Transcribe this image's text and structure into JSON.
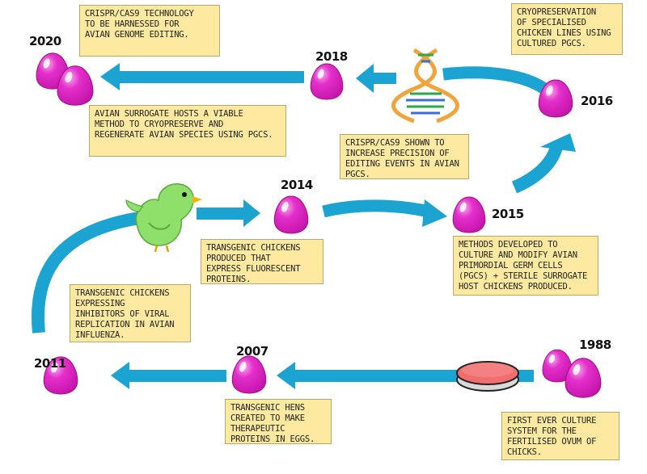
{
  "years": {
    "y1988": "1988",
    "y2007": "2007",
    "y2011": "2011",
    "y2014": "2014",
    "y2015": "2015",
    "y2016": "2016",
    "y2018": "2018",
    "y2020": "2020"
  },
  "notes": {
    "n1988": "FIRST EVER CULTURE\nSYSTEM FOR THE\nFERTILISED OVUM OF\nCHICKS.",
    "n2007": "TRANSGENIC HENS\nCREATED TO MAKE\nTHERAPEUTIC\nPROTEINS IN EGGS.",
    "n2011": "TRANSGENIC CHICKENS\nEXPRESSING\nINHIBITORS OF VIRAL\nREPLICATION IN AVIAN\nINFLUENZA.",
    "n2014": "TRANSGENIC CHICKENS\nPRODUCED THAT\nEXPRESS FLUORESCENT\nPROTEINS.",
    "n2015": "METHODS DEVELOPED TO\nCULTURE AND MODIFY AVIAN\nPRIMORDIAL GERM CELLS\n(PGCS) + STERILE SURROGATE\nHOST CHICKENS PRODUCED.",
    "n2016": "CRYOPRESERVATION\nOF SPECIALISED\nCHICKEN LINES USING\nCULTURED PGCS.",
    "nCrispr": "CRISPR/CAS9 SHOWN TO\nINCREASE PRECISION OF\nEDITING EVENTS IN AVIAN\nPGCS.",
    "n2018": "AVIAN SURROGATE HOSTS A VIABLE\nMETHOD TO CRYOPRESERVE AND\nREGENERATE AVIAN SPECIES USING PGCS.",
    "n2020": "CRISPR/CAS9 TECHNOLOGY\nTO BE HARNESSED FOR\nAVIAN GENOME EDITING."
  },
  "colors": {
    "arrow": "#1ba3d1",
    "egg": "#e028c4",
    "note_fill": "#fdeaa0",
    "bird": "#8ee06a",
    "petri": "#f26d6d"
  },
  "icons": [
    "egg-icon",
    "bird-icon",
    "dna-icon",
    "petri-dish-icon"
  ]
}
